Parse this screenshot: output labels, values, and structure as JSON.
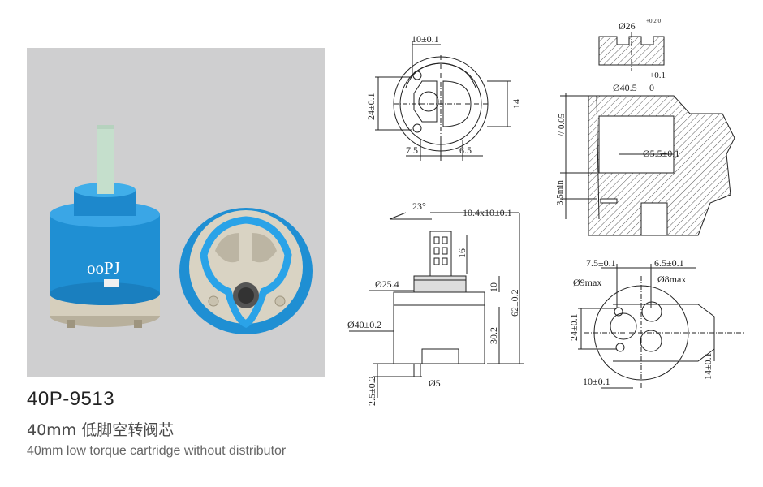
{
  "product": {
    "model": "40P-9513",
    "title_cn": "40mm 低脚空转阀芯",
    "title_en": "40mm low torque cartridge without distributor",
    "brand_mark": "ooPJ"
  },
  "colors": {
    "cartridge_blue": "#2196d9",
    "base_beige": "#d9d3c3",
    "stem_green": "#c7e0cf",
    "photo_bg": "#cfcfd0",
    "line": "#222222"
  },
  "dimensions": {
    "top_view": {
      "width_top": "10±0.1",
      "height_left": "24±0.1",
      "height_right": "14",
      "bottom_left": "7.5",
      "bottom_right": "6.5"
    },
    "side_view": {
      "angle": "23°",
      "stem": "10.4x10±0.1",
      "stem_height": "16",
      "collar_diameter": "Ø25.4",
      "collar_height": "10",
      "total_height": "62±0.2",
      "body_diameter": "Ø40±0.2",
      "body_height": "30.2",
      "pin_diameter": "Ø5",
      "pin_height": "2.5±0.2"
    },
    "section_view": {
      "top_hole": "Ø26",
      "top_hole_tol": "+0.2\n0",
      "tol_plus": "+0.1",
      "bore": "Ø40.5",
      "bore_zero": "0",
      "flatness": "// 0.05",
      "pin_hole": "Ø5.5±0.1",
      "min_depth": "3.5min"
    },
    "bottom_view": {
      "left_offset": "7.5±0.1",
      "right_offset": "6.5±0.1",
      "hole_large": "Ø9max",
      "hole_small": "Ø8max",
      "height_left": "24±0.1",
      "height_right": "14±0.1",
      "width_bottom": "10±0.1"
    }
  }
}
